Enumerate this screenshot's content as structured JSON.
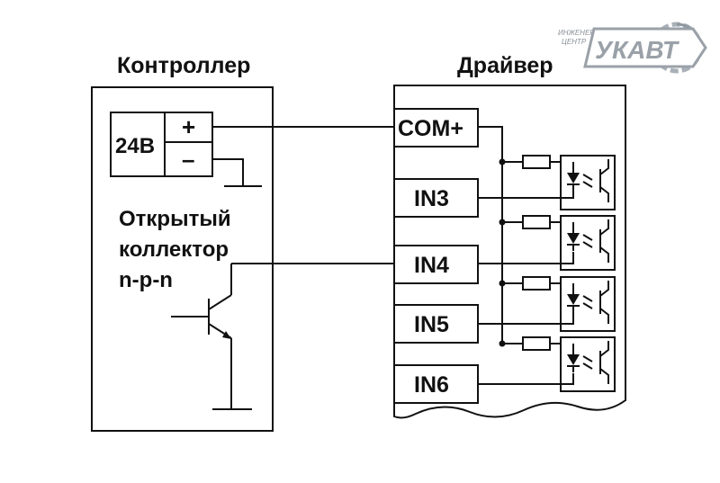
{
  "controller": {
    "title": "Контроллер",
    "supply_label": "24В",
    "plus_sign": "+",
    "minus_sign": "–",
    "description_lines": [
      "Открытый",
      "коллектор",
      "n-p-n"
    ]
  },
  "driver": {
    "title": "Драйвер",
    "pins": [
      "COM+",
      "IN3",
      "IN4",
      "IN5",
      "IN6"
    ]
  },
  "logo": {
    "small_text_line1": "ИНЖЕНЕРНО-ТЕХНИЧЕСКИЙ",
    "small_text_line2": "ЦЕНТР",
    "brand": "УКАВТ"
  },
  "colors": {
    "line": "#111111",
    "logo": "#9aa1a8"
  }
}
